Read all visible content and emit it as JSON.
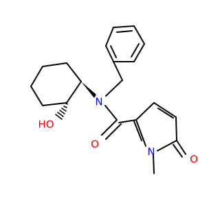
{
  "molecule": {
    "atom_labels": {
      "n_amide": "N",
      "o_hydroxyl": "HO",
      "o_carbonyl": "O",
      "n_ring": "N",
      "o_pyridone": "O"
    },
    "colors": {
      "bond": "#000000",
      "nitrogen": "#0000ff",
      "oxygen": "#ff0000",
      "background": "#ffffff"
    }
  }
}
